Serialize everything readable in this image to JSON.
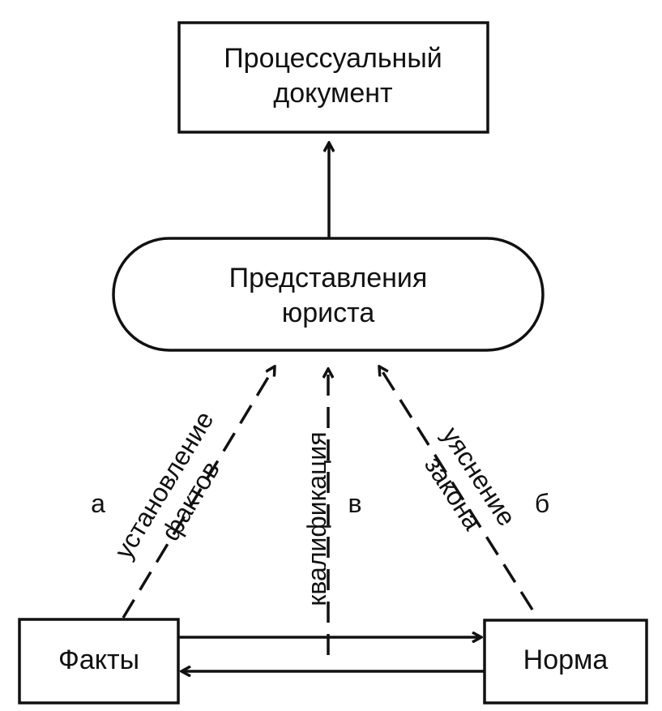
{
  "nodes": {
    "document": {
      "line1": "Процессуальный",
      "line2": "документ"
    },
    "representations": {
      "line1": "Представления",
      "line2": "юриста"
    },
    "facts": {
      "label": "Факты"
    },
    "norm": {
      "label": "Норма"
    }
  },
  "edges": {
    "establishing": {
      "line1": "установление",
      "line2": "фактов"
    },
    "qualification": {
      "label": "квалификация"
    },
    "clarifying": {
      "line1": "уяснение",
      "line2": "закона"
    }
  },
  "markers": {
    "a": "а",
    "b": "б",
    "v": "в"
  }
}
